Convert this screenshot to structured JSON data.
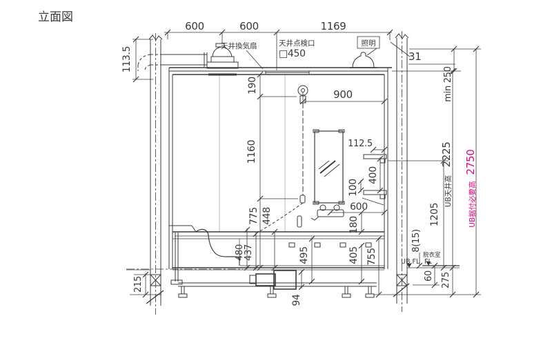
{
  "title": "立面図",
  "colors": {
    "accent": "#e5007f",
    "line": "#3a3a3a"
  },
  "labels": {
    "ceiling_fan": "天井換気扇",
    "ceiling_access_1": "天井点検口",
    "ceiling_access_2": "□450",
    "light": "照明",
    "min_clearance": "min 250",
    "ub_ceiling_label": "UB天井高",
    "ub_ceiling_value": "2225",
    "ub_install_label": "UB据付必要高",
    "ub_install_value": "2750",
    "dressing_room": "脱衣室",
    "ub_fl": "UB.FL",
    "fl": "FL"
  },
  "dimensions": {
    "duct_height": "113.5",
    "top_left": "600",
    "top_mid": "600",
    "top_right": "1169",
    "gap": "31",
    "fan_drop": "190",
    "shower_width": "900",
    "rail_length": "1160",
    "shelf_depth": "112.5",
    "shelf_spacing": "400",
    "shelf_offset": "100",
    "faucet_width": "600",
    "faucet_drop": "180",
    "shelf_height": "1205",
    "hook_height": "775",
    "counter_height": "448",
    "tub_a": "480",
    "tub_b": "437",
    "apron_a": "495",
    "apron_b": "405",
    "apron_c": "755",
    "wall_base": "215",
    "drain": "94",
    "floor_step": "8(15)",
    "frame_h": "60",
    "base_h": "275"
  }
}
